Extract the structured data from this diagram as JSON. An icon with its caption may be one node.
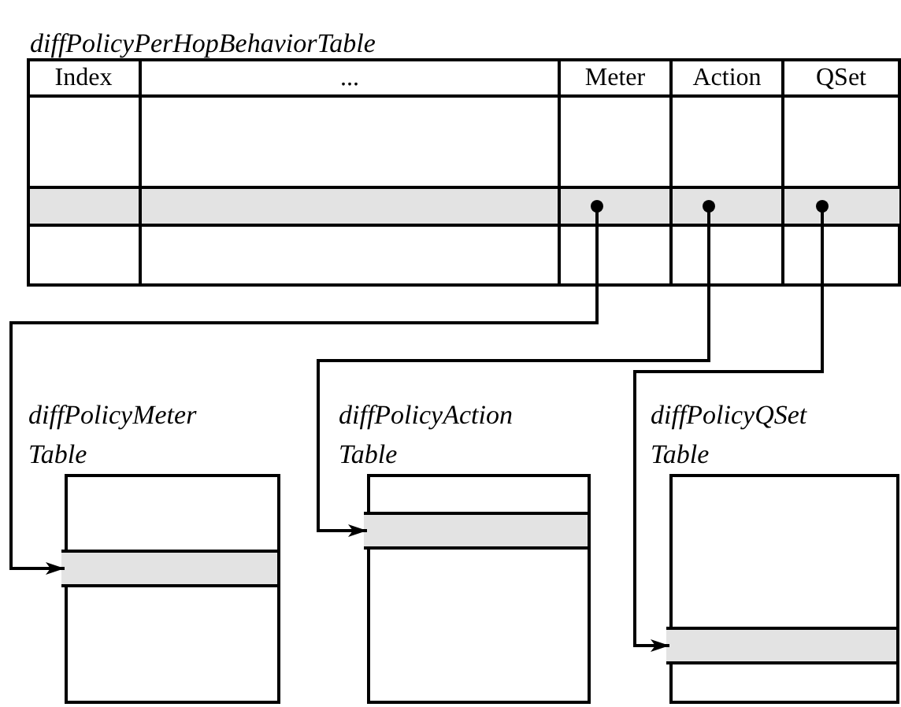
{
  "diagram": {
    "nodes": [
      {
        "text": [
          "diffPolicyPerHopBehaviorTable"
        ]
      },
      {
        "text": [],
        "shape": "box",
        "in": 0
      },
      {
        "text": [],
        "shape": "box",
        "in": 0
      },
      {
        "text": [],
        "shape": "box",
        "in": 0
      },
      {
        "text": [
          "diffPolicyMeter Table"
        ]
      },
      {
        "text": [],
        "shape": "box",
        "in": 4
      },
      {
        "text": [
          "diffPolicyAction Table"
        ]
      },
      {
        "text": [],
        "shape": "box",
        "in": 6
      },
      {
        "text": [
          "diffPolicyQSet Table"
        ]
      },
      {
        "text": [],
        "shape": "box",
        "in": 8
      }
    ],
    "edges": [
      {
        "from": 1,
        "to": 5,
        "arrow": "to"
      },
      {
        "from": 2,
        "to": 7,
        "arrow": "to"
      },
      {
        "from": 3,
        "to": 9,
        "arrow": "to"
      }
    ],
    "labels": [
      "Index",
      "...",
      "Meter",
      "Action",
      "QSet"
    ]
  }
}
